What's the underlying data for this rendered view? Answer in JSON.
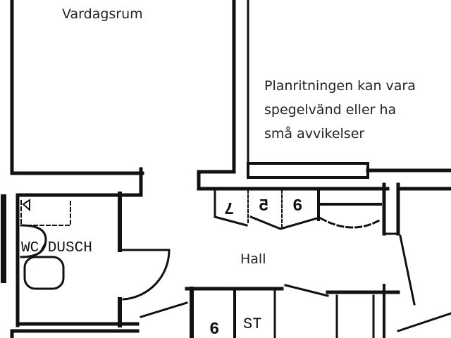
{
  "rooms": {
    "living_room": "Vardagsrum",
    "bathroom": "WC/DUSCH",
    "hall": "Hall",
    "storage": "ST"
  },
  "note": {
    "line1": "Planritningen kan vara",
    "line2": "spegelvänd eller ha",
    "line3": "små avvikelser"
  },
  "closets": [
    "7",
    "5",
    "6"
  ],
  "bottom_number": "6"
}
